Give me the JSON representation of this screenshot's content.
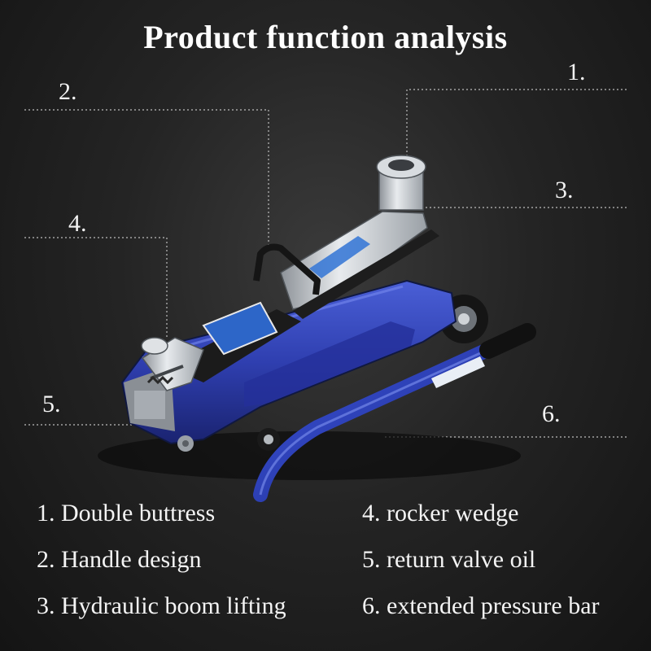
{
  "title": "Product function analysis",
  "callouts": [
    {
      "label": "1."
    },
    {
      "label": "2."
    },
    {
      "label": "3."
    },
    {
      "label": "4."
    },
    {
      "label": "5."
    },
    {
      "label": "6."
    }
  ],
  "features": {
    "left": [
      "1. Double buttress",
      "2. Handle design",
      "3. Hydraulic boom lifting"
    ],
    "right": [
      "4. rocker wedge",
      "5. return valve oil",
      "6. extended pressure bar"
    ]
  },
  "colors": {
    "body_blue": "#2f3fb0",
    "dark_blue": "#1c2680",
    "metal": "#c9cdd2",
    "background": "#222222"
  }
}
